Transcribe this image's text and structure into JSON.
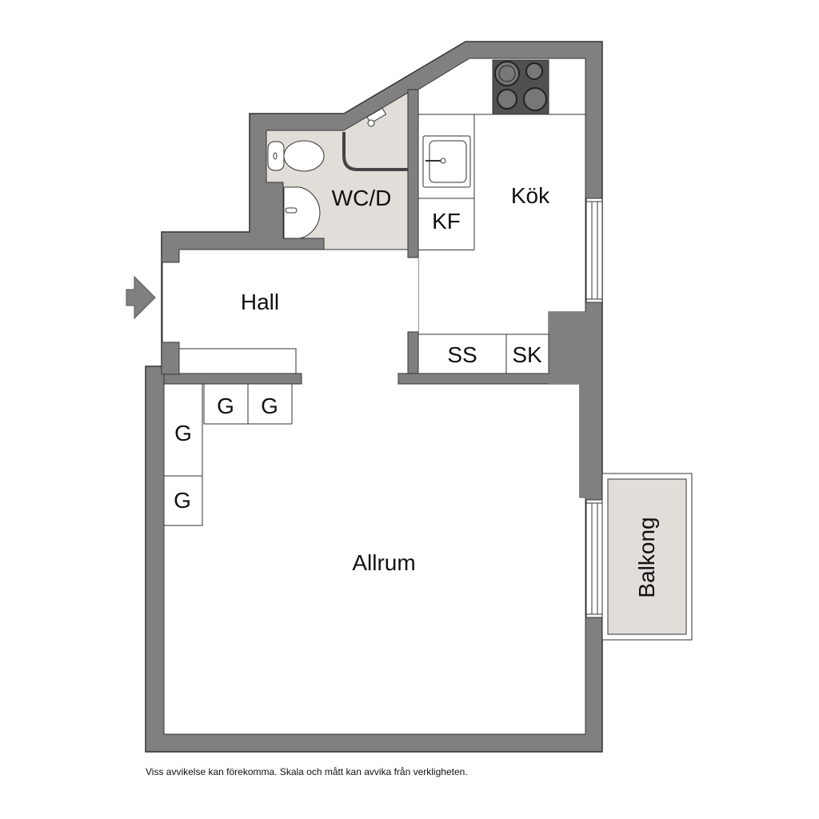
{
  "colors": {
    "wall": "#808080",
    "wall_outline": "#333333",
    "wet_floor": "#e1ddd9",
    "stove": "#505050"
  },
  "rooms": {
    "hall": "Hall",
    "bathroom": "WC/D",
    "kitchen": "Kök",
    "pantry": "KF",
    "living_room": "Allrum",
    "balcony": "Balkong"
  },
  "fixtures": {
    "ss": "SS",
    "sk": "SK",
    "wardrobes": [
      "G",
      "G",
      "G",
      "G"
    ]
  },
  "footer": {
    "disclaimer": "Viss avvikelse kan förekomma. Skala och mått kan avvika från verkligheten."
  }
}
